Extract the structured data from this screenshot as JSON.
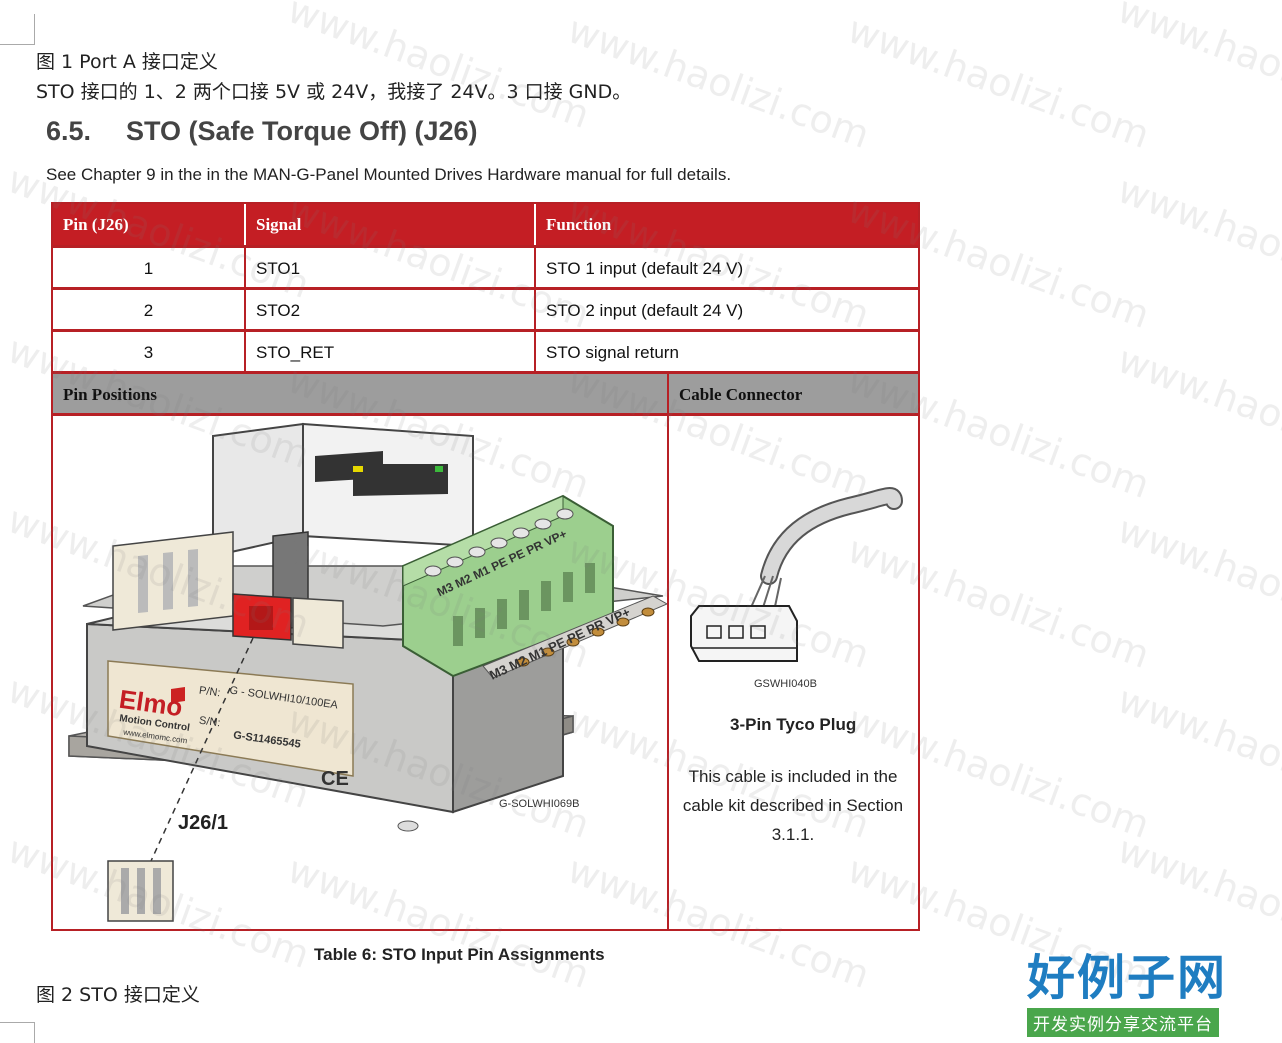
{
  "doc": {
    "fig1_caption": "图 1 Port A 接口定义",
    "sto_note": "STO 接口的 1、2 两个口接 5V 或 24V，我接了 24V。3 口接 GND。",
    "section_number": "6.5.",
    "section_title": "STO (Safe Torque Off) (J26)",
    "see_text": "See Chapter 9 in the in the MAN-G-Panel Mounted Drives Hardware manual for full details.",
    "fig2_caption": "图 2 STO 接口定义",
    "table_caption": "Table 6: STO Input Pin Assignments"
  },
  "table": {
    "headers": [
      "Pin (J26)",
      "Signal",
      "Function"
    ],
    "rows": [
      {
        "pin": "1",
        "signal": "STO1",
        "function": "STO 1 input (default 24 V)"
      },
      {
        "pin": "2",
        "signal": "STO2",
        "function": "STO 2 input (default 24 V)"
      },
      {
        "pin": "3",
        "signal": "STO_RET",
        "function": "STO signal return"
      }
    ],
    "pin_positions_label": "Pin Positions",
    "cable_connector_label": "Cable Connector"
  },
  "figure": {
    "drive_label": "G-SOLWHI069B",
    "connector_label": "J26/1",
    "brand": "Elmo",
    "brand_sub": "Motion Control",
    "brand_url": "www.elmomc.com",
    "pn_label": "P/N:",
    "pn_value": "G - SOLWHI10/100EA",
    "sn_label": "S/N:",
    "sn_value": "G-S11465545",
    "ce": "CE",
    "terminal_top": "M3 M2 M1 PE PE PR VP+",
    "terminal_bottom": "M3 M2 M1 PE PE PR VP+",
    "plug_part": "GSWHI040B",
    "plug_title": "3-Pin Tyco Plug",
    "plug_desc": "This cable is included in the cable kit described in Section 3.1.1."
  },
  "watermark": "www.haolizi.com",
  "logo": {
    "main": "好例子网",
    "sub": "开发实例分享交流平台",
    "main_color": "#1f7dc1",
    "sub_color": "#4aa64c"
  },
  "colors": {
    "table_red": "#c41e24",
    "gray_header": "#9d9d9d"
  }
}
